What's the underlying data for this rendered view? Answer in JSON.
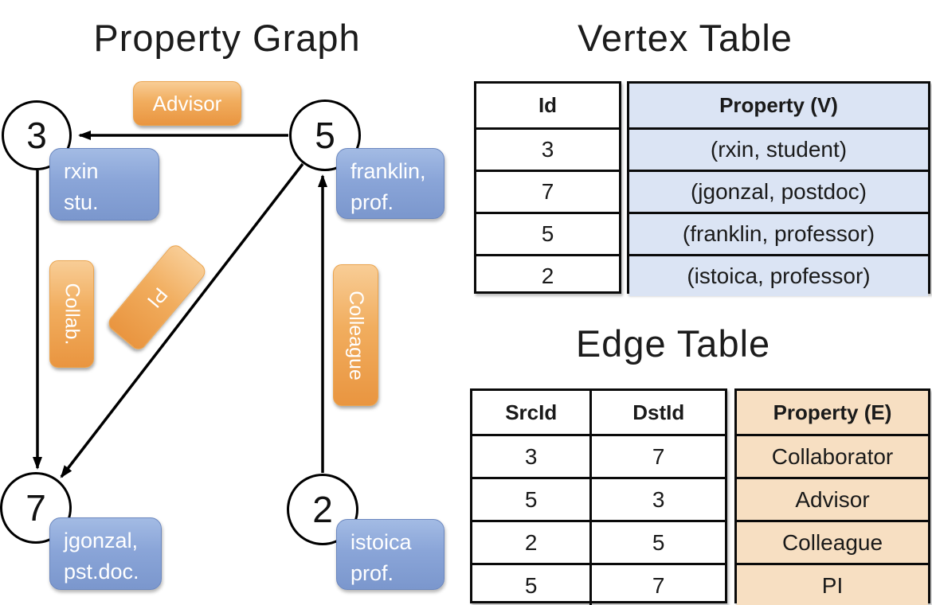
{
  "titles": {
    "graph": "Property Graph",
    "vertex_table": "Vertex Table",
    "edge_table": "Edge Table"
  },
  "graph": {
    "nodes": [
      {
        "id": "3",
        "prop_line1": "rxin",
        "prop_line2": "stu."
      },
      {
        "id": "5",
        "prop_line1": "franklin,",
        "prop_line2": "prof."
      },
      {
        "id": "7",
        "prop_line1": "jgonzal,",
        "prop_line2": "pst.doc."
      },
      {
        "id": "2",
        "prop_line1": "istoica",
        "prop_line2": "prof."
      }
    ],
    "edges": [
      {
        "label": "Advisor",
        "src": "5",
        "dst": "3"
      },
      {
        "label": "Collab.",
        "src": "3",
        "dst": "7"
      },
      {
        "label": "PI",
        "src": "5",
        "dst": "7"
      },
      {
        "label": "Colleague",
        "src": "2",
        "dst": "5"
      }
    ]
  },
  "vertex_table": {
    "headers": [
      "Id",
      "Property (V)"
    ],
    "rows": [
      [
        "3",
        "(rxin, student)"
      ],
      [
        "7",
        "(jgonzal, postdoc)"
      ],
      [
        "5",
        "(franklin, professor)"
      ],
      [
        "2",
        "(istoica, professor)"
      ]
    ]
  },
  "edge_table": {
    "headers": [
      "SrcId",
      "DstId",
      "Property (E)"
    ],
    "rows": [
      [
        "3",
        "7",
        "Collaborator"
      ],
      [
        "5",
        "3",
        "Advisor"
      ],
      [
        "2",
        "5",
        "Colleague"
      ],
      [
        "5",
        "7",
        "PI"
      ]
    ]
  },
  "colors": {
    "edge_label_orange_top": "#f8cd96",
    "edge_label_orange_bottom": "#e99540",
    "prop_box_blue_top": "#a3bbe4",
    "prop_box_blue_bottom": "#7b97cd",
    "vertex_property_fill": "#dbe4f4",
    "edge_property_fill": "#f7dfc2",
    "line_color": "#000000"
  }
}
